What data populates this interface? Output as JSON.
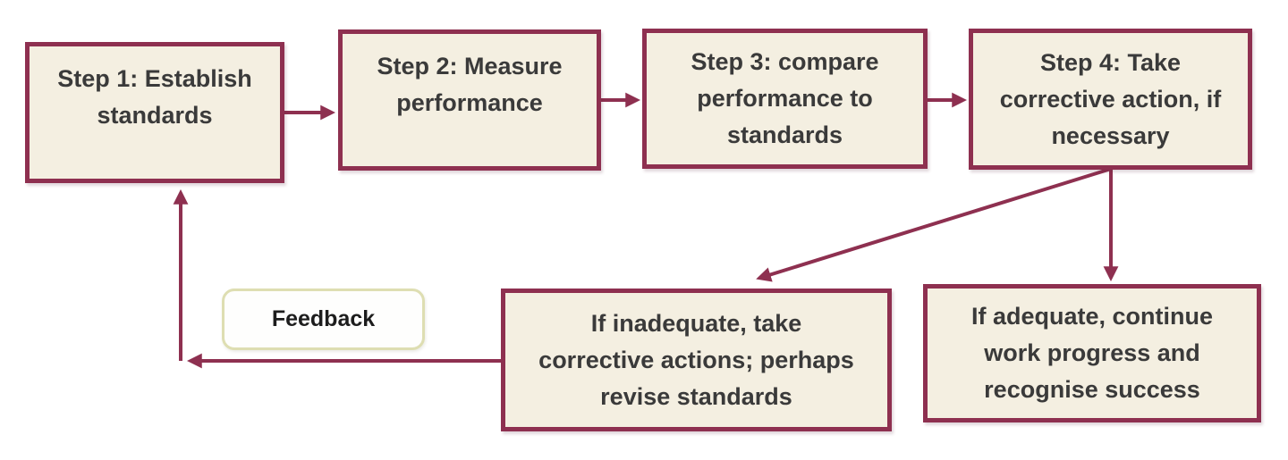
{
  "colors": {
    "border": "#8e3050",
    "fill": "#f4efe1",
    "arrow": "#8e3050",
    "text": "#3a3a3a",
    "fb_border": "#dedeb2",
    "fb_fill": "#fefefd",
    "bg": "#ffffff"
  },
  "diagram": {
    "type": "flowchart",
    "nodes": {
      "step1": {
        "label": "Step 1: Establish\nstandards"
      },
      "step2": {
        "label": "Step 2: Measure\nperformance"
      },
      "step3": {
        "label": "Step 3: compare\nperformance to\nstandards"
      },
      "step4": {
        "label": "Step 4: Take\ncorrective action, if\nnecessary"
      },
      "feedback": {
        "label": "Feedback"
      },
      "inadequate": {
        "label": "If inadequate, take\ncorrective actions; perhaps\nrevise standards"
      },
      "adequate": {
        "label": "If adequate, continue\nwork progress and\nrecognise success"
      }
    },
    "edges": [
      {
        "from": "step1",
        "to": "step2"
      },
      {
        "from": "step2",
        "to": "step3"
      },
      {
        "from": "step3",
        "to": "step4"
      },
      {
        "from": "step4",
        "to": "inadequate"
      },
      {
        "from": "step4",
        "to": "adequate"
      },
      {
        "from": "inadequate",
        "to": "step1",
        "via": "feedback"
      }
    ]
  }
}
